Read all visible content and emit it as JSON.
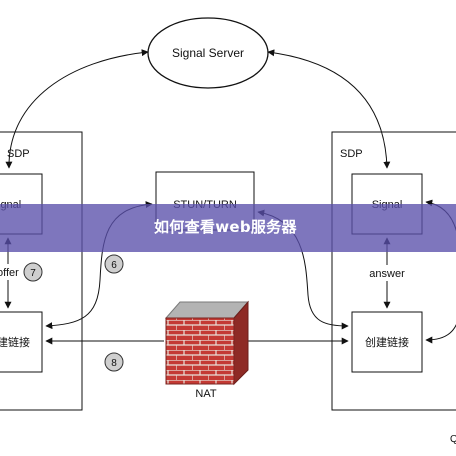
{
  "diagram": {
    "signal_server": "Signal Server",
    "stun_turn": "STUN/TURN",
    "left_sdp": "SDP",
    "right_sdp": "SDP",
    "left_signal": "ignal",
    "right_signal": "Signal",
    "left_offer": "offer",
    "right_answer": "answer",
    "left_create_link": "建链接",
    "right_create_link": "创建链接",
    "nat_label": "NAT",
    "step_6": "6",
    "step_7": "7",
    "step_8": "8",
    "corner_text": "Q"
  },
  "banner": {
    "title": "如何查看web服务器"
  },
  "colors": {
    "banner_bg": "#5a50aa",
    "line": "#111111",
    "badge_fill": "#cfcfcf",
    "brick": "#c43a34",
    "wall_top": "#9e9e9e"
  }
}
